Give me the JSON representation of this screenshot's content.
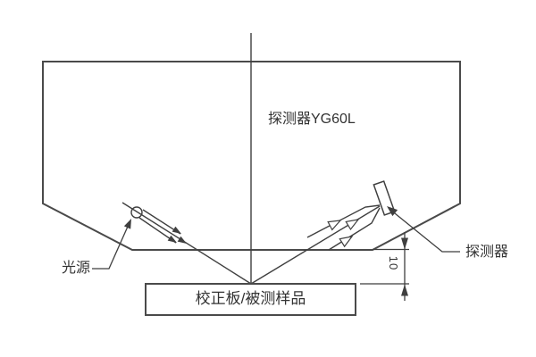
{
  "diagram": {
    "instrument_label": "探测器YG60L",
    "light_source_label": "光源",
    "detector_label": "探测器",
    "sample_label": "校正板/被测样品",
    "dimension_value": "10",
    "colors": {
      "line": "#3f3f3f",
      "outline": "#4a4a4a",
      "background": "#ffffff",
      "text": "#333333"
    }
  }
}
